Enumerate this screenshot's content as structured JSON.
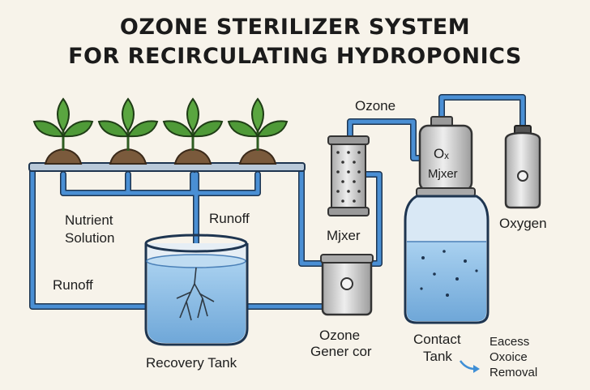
{
  "title": {
    "line1": "OZONE STERILIZER SYSTEM",
    "line2": "FOR RECIRCULATING HYDROPONICS"
  },
  "labels": {
    "nutrient_solution_line1": "Nutrient",
    "nutrient_solution_line2": "Solution",
    "runoff_top": "Runoff",
    "runoff_left": "Runoff",
    "recovery_tank": "Recovery Tank",
    "mixer_filter": "Mjxer",
    "ozone_top": "Ozone",
    "mixer_vessel_line1": "Oₓ",
    "mixer_vessel_line2": "Mjxer",
    "oxygen": "Oxygen",
    "ozone_generator_line1": "Ozone",
    "ozone_generator_line2": "Gener cor",
    "contact_tank_line1": "Contact",
    "contact_tank_line2": "Tank",
    "excess_line1": "Eacess",
    "excess_line2": "Oxoice",
    "excess_line3": "Removal"
  },
  "colors": {
    "background": "#f7f3ea",
    "pipe": "#4a8fd4",
    "pipe_outline": "#1e3550",
    "water": "#8fbfe6",
    "water_dark": "#5b95cc",
    "plant": "#4f9a38",
    "soil": "#7a5a3c",
    "metal": "#cfcfcf",
    "arrow": "#3f8fd6"
  },
  "icons": [
    "plant-icon",
    "gauge-icon",
    "arrow-right-icon"
  ]
}
